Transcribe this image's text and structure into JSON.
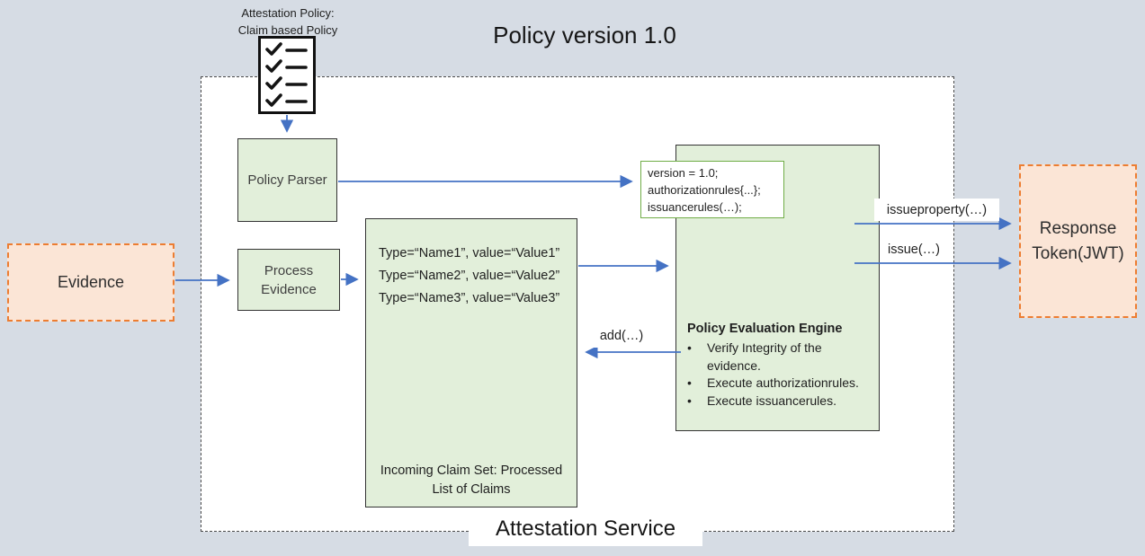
{
  "title": "Policy version 1.0",
  "attestation_policy": {
    "line1": "Attestation Policy:",
    "line2": "Claim based Policy"
  },
  "service": {
    "label": "Attestation Service"
  },
  "evidence": {
    "label": "Evidence"
  },
  "policy_parser": {
    "label": "Policy Parser"
  },
  "process_evidence": {
    "line1": "Process",
    "line2": "Evidence"
  },
  "version_box": {
    "lines": [
      "version = 1.0;",
      "authorizationrules{...};",
      "issuancerules(…);"
    ]
  },
  "claims_box": {
    "claims": [
      "Type=“Name1”, value=“Value1”",
      "Type=“Name2”, value=“Value2”",
      "Type=“Name3”, value=“Value3”"
    ],
    "footer_line1": "Incoming Claim Set: Processed",
    "footer_line2": "List of Claims"
  },
  "evaluation_engine": {
    "title": "Policy Evaluation Engine",
    "bullet_char": "•",
    "bullets": [
      "Verify Integrity of the evidence.",
      "Execute authorizationrules.",
      "Execute issuancerules."
    ]
  },
  "arrow_labels": {
    "issueproperty": "issueproperty(…)",
    "issue": "issue(…)",
    "add": "add(…)"
  },
  "response_token": {
    "line1": "Response",
    "line2": "Token(JWT)"
  },
  "icons": {
    "checklist": "checklist-icon"
  },
  "colors": {
    "background": "#d6dce4",
    "green_fill": "#e2efda",
    "peach_fill": "#fbe5d6",
    "orange_border": "#ed7d31",
    "arrow_blue": "#4472c4",
    "version_border_green": "#70ad47",
    "box_border": "#333333"
  }
}
